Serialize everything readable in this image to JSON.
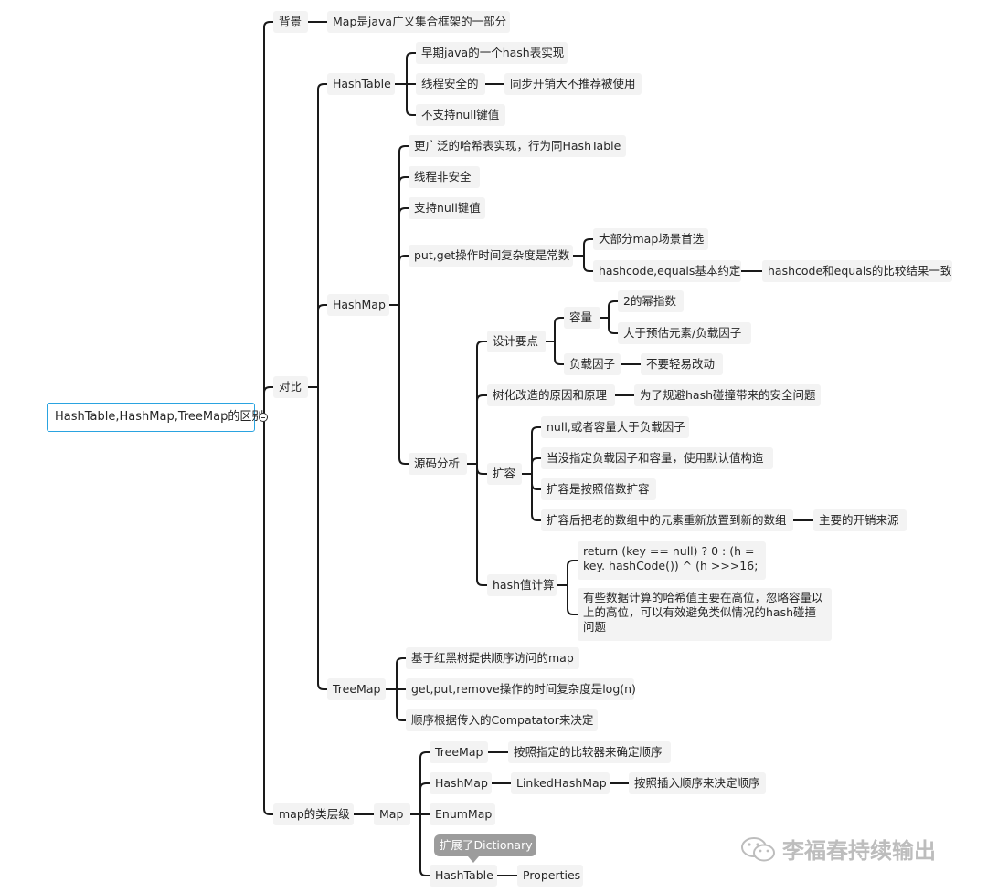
{
  "root": "HashTable,HashMap,TreeMap的区别",
  "background": {
    "label": "背景",
    "text": "Map是java广义集合框架的一部分"
  },
  "compare": {
    "label": "对比",
    "hashtable": {
      "label": "HashTable",
      "early": "早期java的一个hash表实现",
      "thread_safe": "线程安全的",
      "sync_cost": "同步开销大不推荐被使用",
      "no_null": "不支持null键值"
    },
    "hashmap": {
      "label": "HashMap",
      "wider": "更广泛的哈希表实现，行为同HashTable",
      "not_safe": "线程非安全",
      "null_ok": "支持null键值",
      "complexity": "put,get操作时间复杂度是常数",
      "most_used": "大部分map场景首选",
      "contract": "hashcode,equals基本约定",
      "contract_result": "hashcode和equals的比较结果一致",
      "source": {
        "label": "源码分析",
        "design": {
          "label": "设计要点",
          "capacity": "容量",
          "pow2": "2的幂指数",
          "greater": "大于预估元素/负载因子",
          "load_factor": "负载因子",
          "no_change": "不要轻易改动"
        },
        "treeify": "树化改造的原因和原理",
        "treeify_reason": "为了规避hash碰撞带来的安全问题",
        "resize": {
          "label": "扩容",
          "cond1": "null,或者容量大于负载因子",
          "cond2": "当没指定负载因子和容量，使用默认值构造",
          "cond3": "扩容是按照倍数扩容",
          "cond4": "扩容后把老的数组中的元素重新放置到新的数组",
          "main_cost": "主要的开销来源"
        },
        "hashcalc": {
          "label": "hash值计算",
          "code": "return (key == null) ? 0 : (h = key. hashCode()) ^ (h >>>16;",
          "note": "有些数据计算的哈希值主要在高位，忽略容量以上的高位，可以有效避免类似情况的hash碰撞问题"
        }
      }
    },
    "treemap": {
      "label": "TreeMap",
      "rbtree": "基于红黑树提供顺序访问的map",
      "logn": "get,put,remove操作的时间复杂度是log(n)",
      "order": "顺序根据传入的Compatator来决定"
    }
  },
  "hierarchy": {
    "label": "map的类层级",
    "map": "Map",
    "treemap": "TreeMap",
    "treemap_note": "按照指定的比较器来确定顺序",
    "hashmap": "HashMap",
    "linked": "LinkedHashMap",
    "linked_note": "按照插入顺序来决定顺序",
    "enummap": "EnumMap",
    "tag": "扩展了Dictionary",
    "hashtable": "HashTable",
    "properties": "Properties"
  },
  "watermark": "李福春持续输出",
  "colors": {
    "line": "#1a1a1a",
    "root_border": "#2aa3e0",
    "node_bg": "#f3f3f3",
    "tag_bg": "#9c9c9c"
  }
}
